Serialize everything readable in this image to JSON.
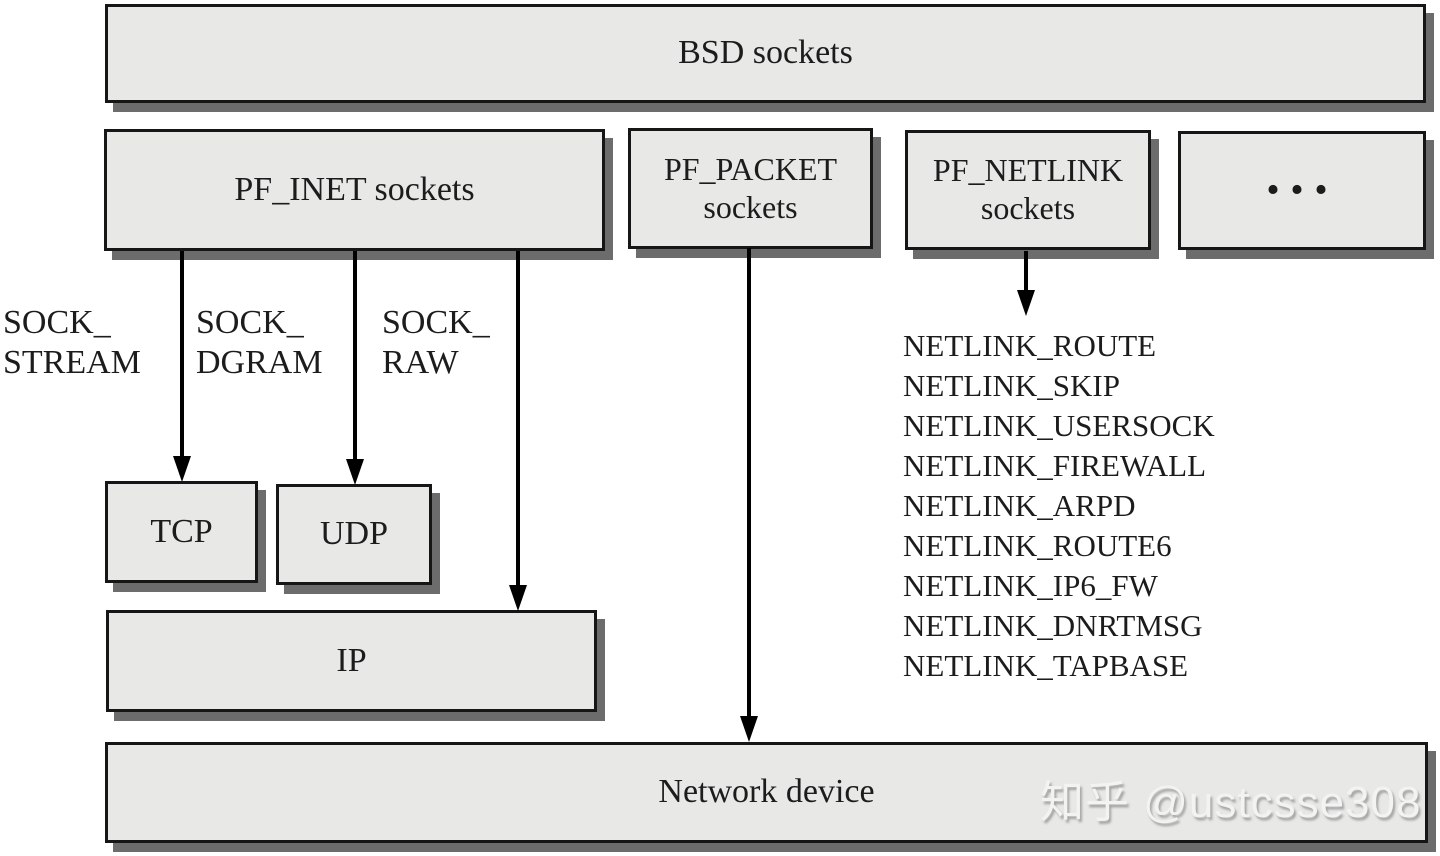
{
  "layers": {
    "bsd": {
      "label": "BSD sockets"
    },
    "pf_inet": {
      "label": "PF_INET sockets"
    },
    "pf_packet": {
      "line1": "PF_PACKET",
      "line2": "sockets"
    },
    "pf_netlink": {
      "line1": "PF_NETLINK",
      "line2": "sockets"
    },
    "other_families": {
      "label": "..."
    },
    "tcp": {
      "label": "TCP"
    },
    "udp": {
      "label": "UDP"
    },
    "ip": {
      "label": "IP"
    },
    "network_device": {
      "label": "Network device"
    }
  },
  "socket_types": {
    "stream": {
      "line1": "SOCK_",
      "line2": "STREAM"
    },
    "dgram": {
      "line1": "SOCK_",
      "line2": "DGRAM"
    },
    "raw": {
      "line1": "SOCK_",
      "line2": "RAW"
    }
  },
  "netlink_protocols": {
    "items": [
      "NETLINK_ROUTE",
      "NETLINK_SKIP",
      "NETLINK_USERSOCK",
      "NETLINK_FIREWALL",
      "NETLINK_ARPD",
      "NETLINK_ROUTE6",
      "NETLINK_IP6_FW",
      "NETLINK_DNRTMSG",
      "NETLINK_TAPBASE"
    ]
  },
  "watermark": {
    "text": "知乎 @ustcsse308"
  },
  "colors": {
    "box_fill": "#e8e8e7",
    "box_border": "#161616",
    "shadow": "#6c6c6c",
    "arrow": "#000000",
    "text": "#1c1c1c",
    "watermark_text": "#f3f3f2",
    "background": "#ffffff"
  }
}
